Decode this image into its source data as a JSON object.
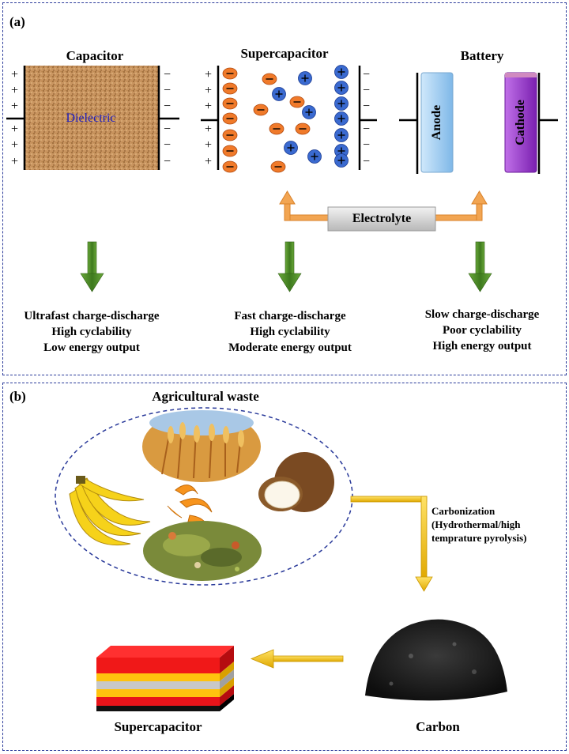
{
  "panel_a": {
    "label": "(a)",
    "capacitor": {
      "title": "Capacitor",
      "dielectric": "Dielectric",
      "desc": [
        "Ultrafast charge-discharge",
        "High cyclability",
        "Low energy output"
      ]
    },
    "supercapacitor": {
      "title": "Supercapacitor",
      "desc": [
        "Fast charge-discharge",
        "High cyclability",
        "Moderate energy output"
      ]
    },
    "battery": {
      "title": "Battery",
      "anode": "Anode",
      "cathode": "Cathode",
      "desc": [
        "Slow charge-discharge",
        "Poor cyclability",
        "High energy output"
      ]
    },
    "electrolyte": "Electrolyte",
    "plus": "+",
    "minus": "−"
  },
  "panel_b": {
    "label": "(b)",
    "waste_title": "Agricultural waste",
    "process": [
      "Carbonization",
      "(Hydrothermal/high",
      "temprature pyrolysis)"
    ],
    "carbon_label": "Carbon",
    "supercap_label": "Supercapacitor"
  },
  "colors": {
    "border": "#2a3a9a",
    "arrow_green": "#4a8a2a",
    "arrow_orange": "#f0a040",
    "arrow_yellow": "#f5c400",
    "anion": "#f07a2a",
    "cation": "#3a6ad0",
    "anode": "#a8d4f4",
    "cathode": "#9b3fc8"
  }
}
